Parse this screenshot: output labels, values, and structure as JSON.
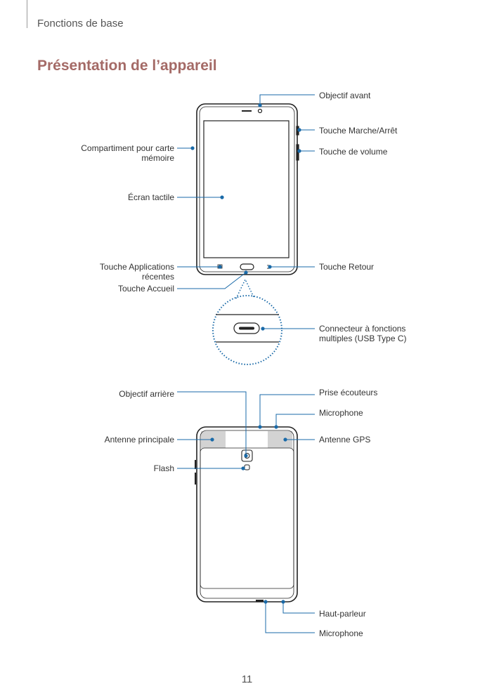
{
  "header": {
    "section": "Fonctions de base"
  },
  "title": "Présentation de l’appareil",
  "page_number": "11",
  "colors": {
    "title": "#a46a66",
    "callout": "#1a6aa8",
    "antenna_zone": "#d3d3d3"
  },
  "front_view": {
    "labels": {
      "front_camera": "Objectif avant",
      "power_key": "Touche Marche/Arrêt",
      "volume_key": "Touche de volume",
      "memory_card": "Compartiment pour carte mémoire",
      "touchscreen": "Écran tactile",
      "recent_apps": "Touche Applications récentes",
      "home_key": "Touche Accueil",
      "back_key": "Touche Retour",
      "usb_port": "Connecteur à fonctions multiples (USB Type C)"
    }
  },
  "back_view": {
    "labels": {
      "rear_camera": "Objectif arrière",
      "earphone_jack": "Prise écouteurs",
      "microphone_top": "Microphone",
      "main_antenna": "Antenne principale",
      "gps_antenna": "Antenne GPS",
      "flash": "Flash",
      "speaker": "Haut-parleur",
      "microphone_bottom": "Microphone"
    }
  }
}
